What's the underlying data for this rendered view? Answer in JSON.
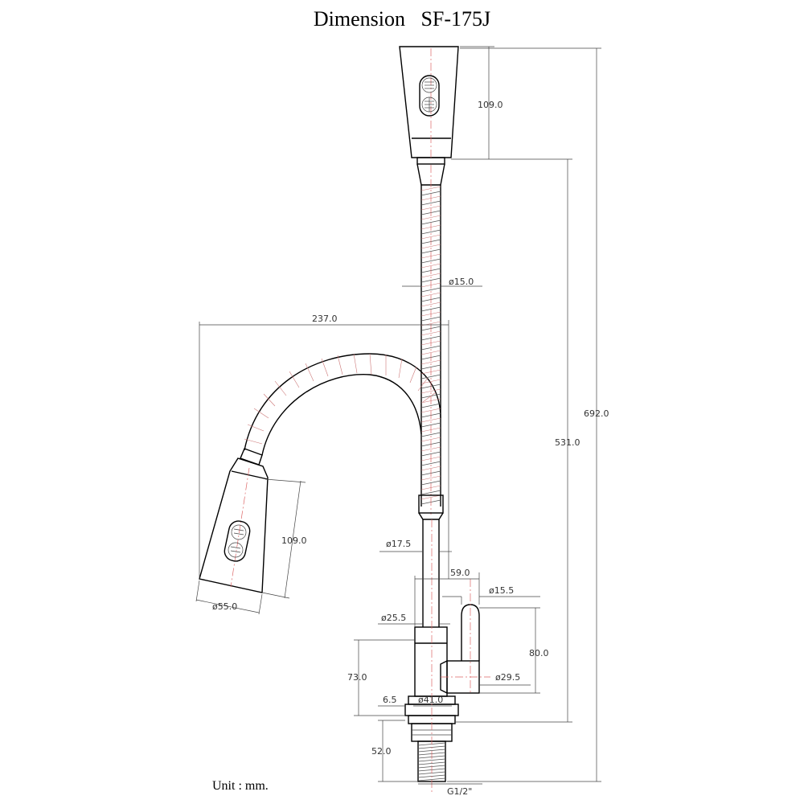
{
  "title": "Dimension   SF-175J",
  "unit_label": "Unit : mm.",
  "dimensions": {
    "top_head_height": "109.0",
    "hose_diameter": "ø15.0",
    "reach": "237.0",
    "total_height": "692.0",
    "spout_height": "531.0",
    "side_head_height": "109.0",
    "head_diameter": "ø55.0",
    "neck_diameter": "ø17.5",
    "handle_offset": "59.0",
    "handle_diameter": "ø15.5",
    "body_diameter": "ø25.5",
    "handle_height": "80.0",
    "body_height": "73.0",
    "lever_diameter": "ø29.5",
    "base_step": "6.5",
    "base_diameter": "ø41.0",
    "shank_length": "52.0",
    "thread": "G1/2\""
  }
}
